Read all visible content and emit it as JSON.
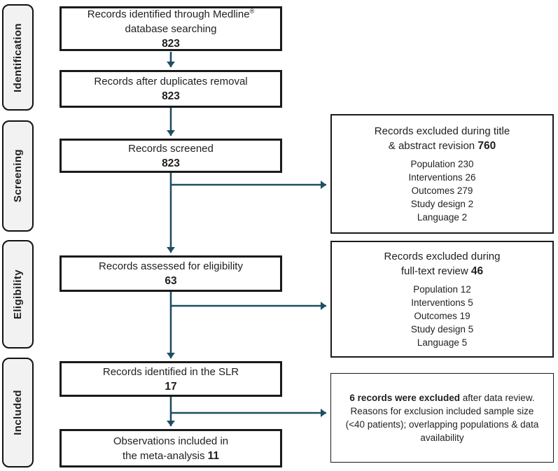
{
  "stages": [
    {
      "label": "Identification"
    },
    {
      "label": "Screening"
    },
    {
      "label": "Eligibility"
    },
    {
      "label": "Included"
    }
  ],
  "flow_boxes": [
    {
      "line1": "Records identified through Medline",
      "trademark": "®",
      "line2": "database searching",
      "count": "823"
    },
    {
      "line1": "Records after duplicates removal",
      "count": "823"
    },
    {
      "line1": "Records screened",
      "count": "823"
    },
    {
      "line1": "Records assessed for eligibility",
      "count": "63"
    },
    {
      "line1": "Records identified in the SLR",
      "count": "17"
    },
    {
      "line1": "Observations included in",
      "line2": "the meta-analysis",
      "count": "11"
    }
  ],
  "exclusion_boxes": [
    {
      "title_line1": "Records excluded during title",
      "title_line2": "& abstract revision",
      "count": "760",
      "reasons": [
        {
          "label": "Population",
          "value": "230"
        },
        {
          "label": "Interventions",
          "value": "26"
        },
        {
          "label": "Outcomes",
          "value": "279"
        },
        {
          "label": "Study design",
          "value": "2"
        },
        {
          "label": "Language",
          "value": "2"
        }
      ]
    },
    {
      "title_line1": "Records excluded during",
      "title_line2": "full-text review",
      "count": "46",
      "reasons": [
        {
          "label": "Population",
          "value": "12"
        },
        {
          "label": "Interventions",
          "value": "5"
        },
        {
          "label": "Outcomes",
          "value": "19"
        },
        {
          "label": "Study design",
          "value": "5"
        },
        {
          "label": "Language",
          "value": "5"
        }
      ]
    },
    {
      "bold_text": "6 records were excluded",
      "text": "after data review. Reasons for exclusion included sample size (<40 patients); overlapping populations & data availability"
    }
  ],
  "colors": {
    "arrow": "#1F4E63",
    "box_border": "#1A1A1A",
    "stage_fill": "#F2F2F2",
    "background": "#FFFFFF"
  }
}
